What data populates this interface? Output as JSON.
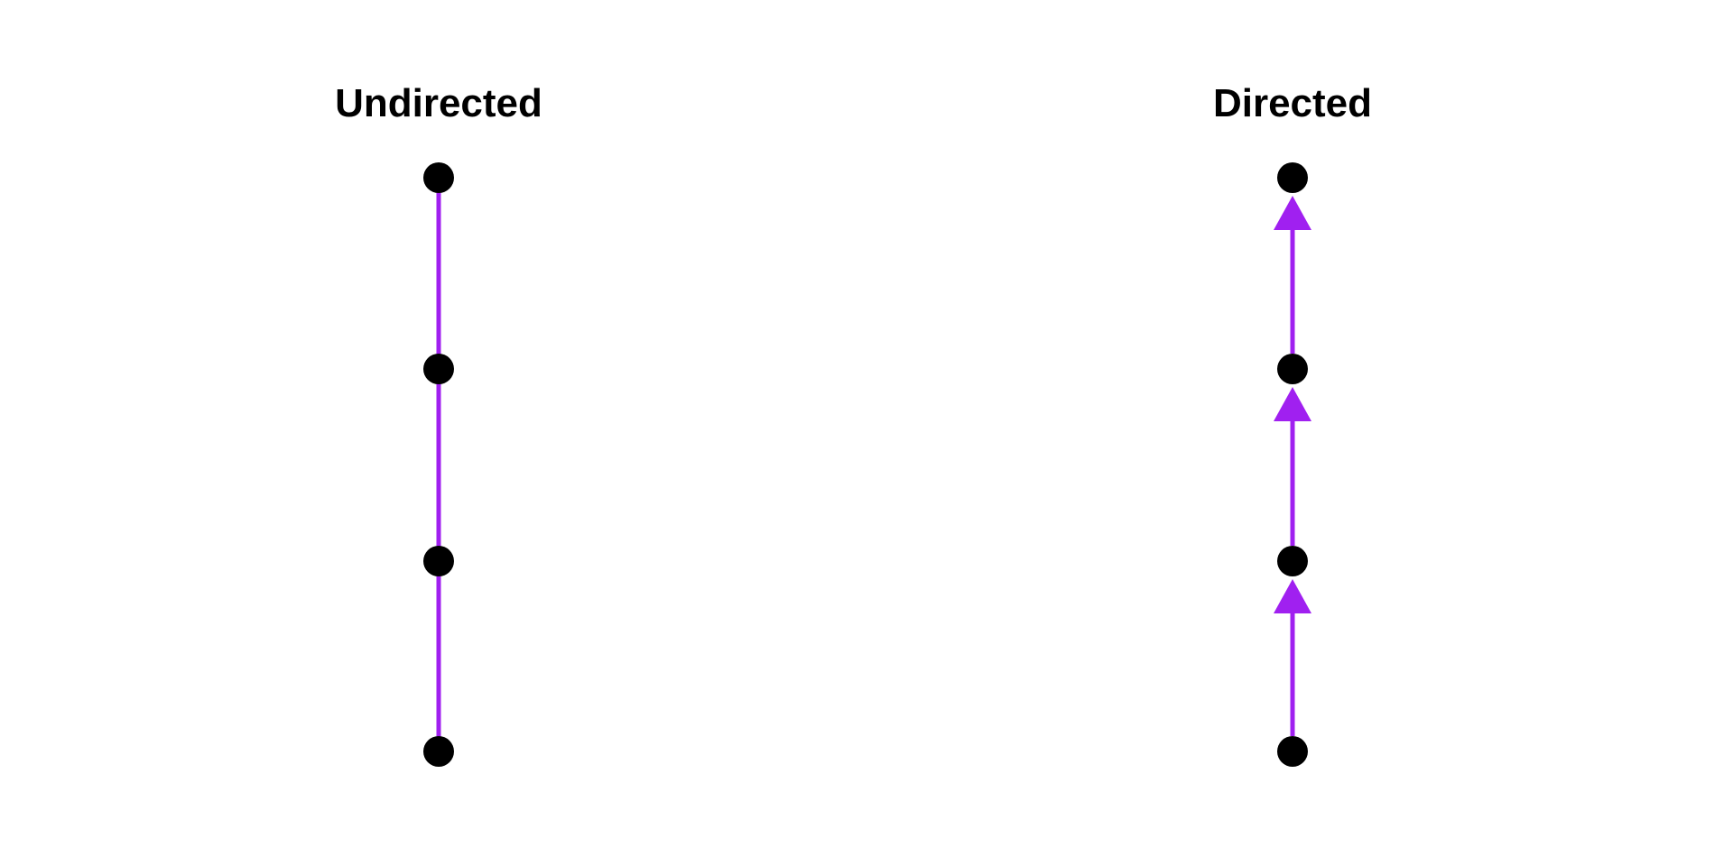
{
  "panels": [
    {
      "title": "Undirected",
      "directed": false,
      "nodes": 4,
      "edges": [
        [
          0,
          1
        ],
        [
          1,
          2
        ],
        [
          2,
          3
        ]
      ]
    },
    {
      "title": "Directed",
      "directed": true,
      "nodes": 4,
      "edges": [
        [
          3,
          2
        ],
        [
          2,
          1
        ],
        [
          1,
          0
        ]
      ]
    }
  ],
  "colors": {
    "edge": "#A020F0",
    "node": "#000000"
  }
}
